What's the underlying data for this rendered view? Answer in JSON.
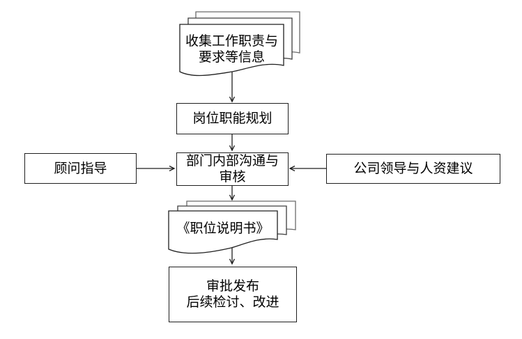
{
  "diagram": {
    "type": "flowchart",
    "colors": {
      "background": "#ffffff",
      "stroke": "#1f1f1f",
      "back_page_stroke": "#6a6a6a",
      "mid_page_stroke": "#3d3d3d",
      "text": "#000000"
    },
    "nodes": {
      "collect_info": {
        "shape": "multidocument",
        "label": "收集工作职责与\n要求等信息"
      },
      "function_planning": {
        "shape": "rectangle",
        "label": "岗位职能规划"
      },
      "consultant_guidance": {
        "shape": "rectangle",
        "label": "顾问指导"
      },
      "internal_review": {
        "shape": "rectangle",
        "label": "部门内部沟通与\n审核"
      },
      "leadership_hr_advice": {
        "shape": "rectangle",
        "label": "公司领导与人资建议"
      },
      "job_description": {
        "shape": "multidocument",
        "label": "《职位说明书》"
      },
      "approval_publish": {
        "shape": "rectangle",
        "label": "审批发布\n后续检讨、改进"
      }
    },
    "edges": [
      {
        "from": "collect_info",
        "to": "function_planning",
        "direction": "down"
      },
      {
        "from": "function_planning",
        "to": "internal_review",
        "direction": "down"
      },
      {
        "from": "consultant_guidance",
        "to": "internal_review",
        "direction": "right"
      },
      {
        "from": "leadership_hr_advice",
        "to": "internal_review",
        "direction": "left"
      },
      {
        "from": "internal_review",
        "to": "job_description",
        "direction": "down"
      },
      {
        "from": "job_description",
        "to": "approval_publish",
        "direction": "down"
      }
    ]
  }
}
